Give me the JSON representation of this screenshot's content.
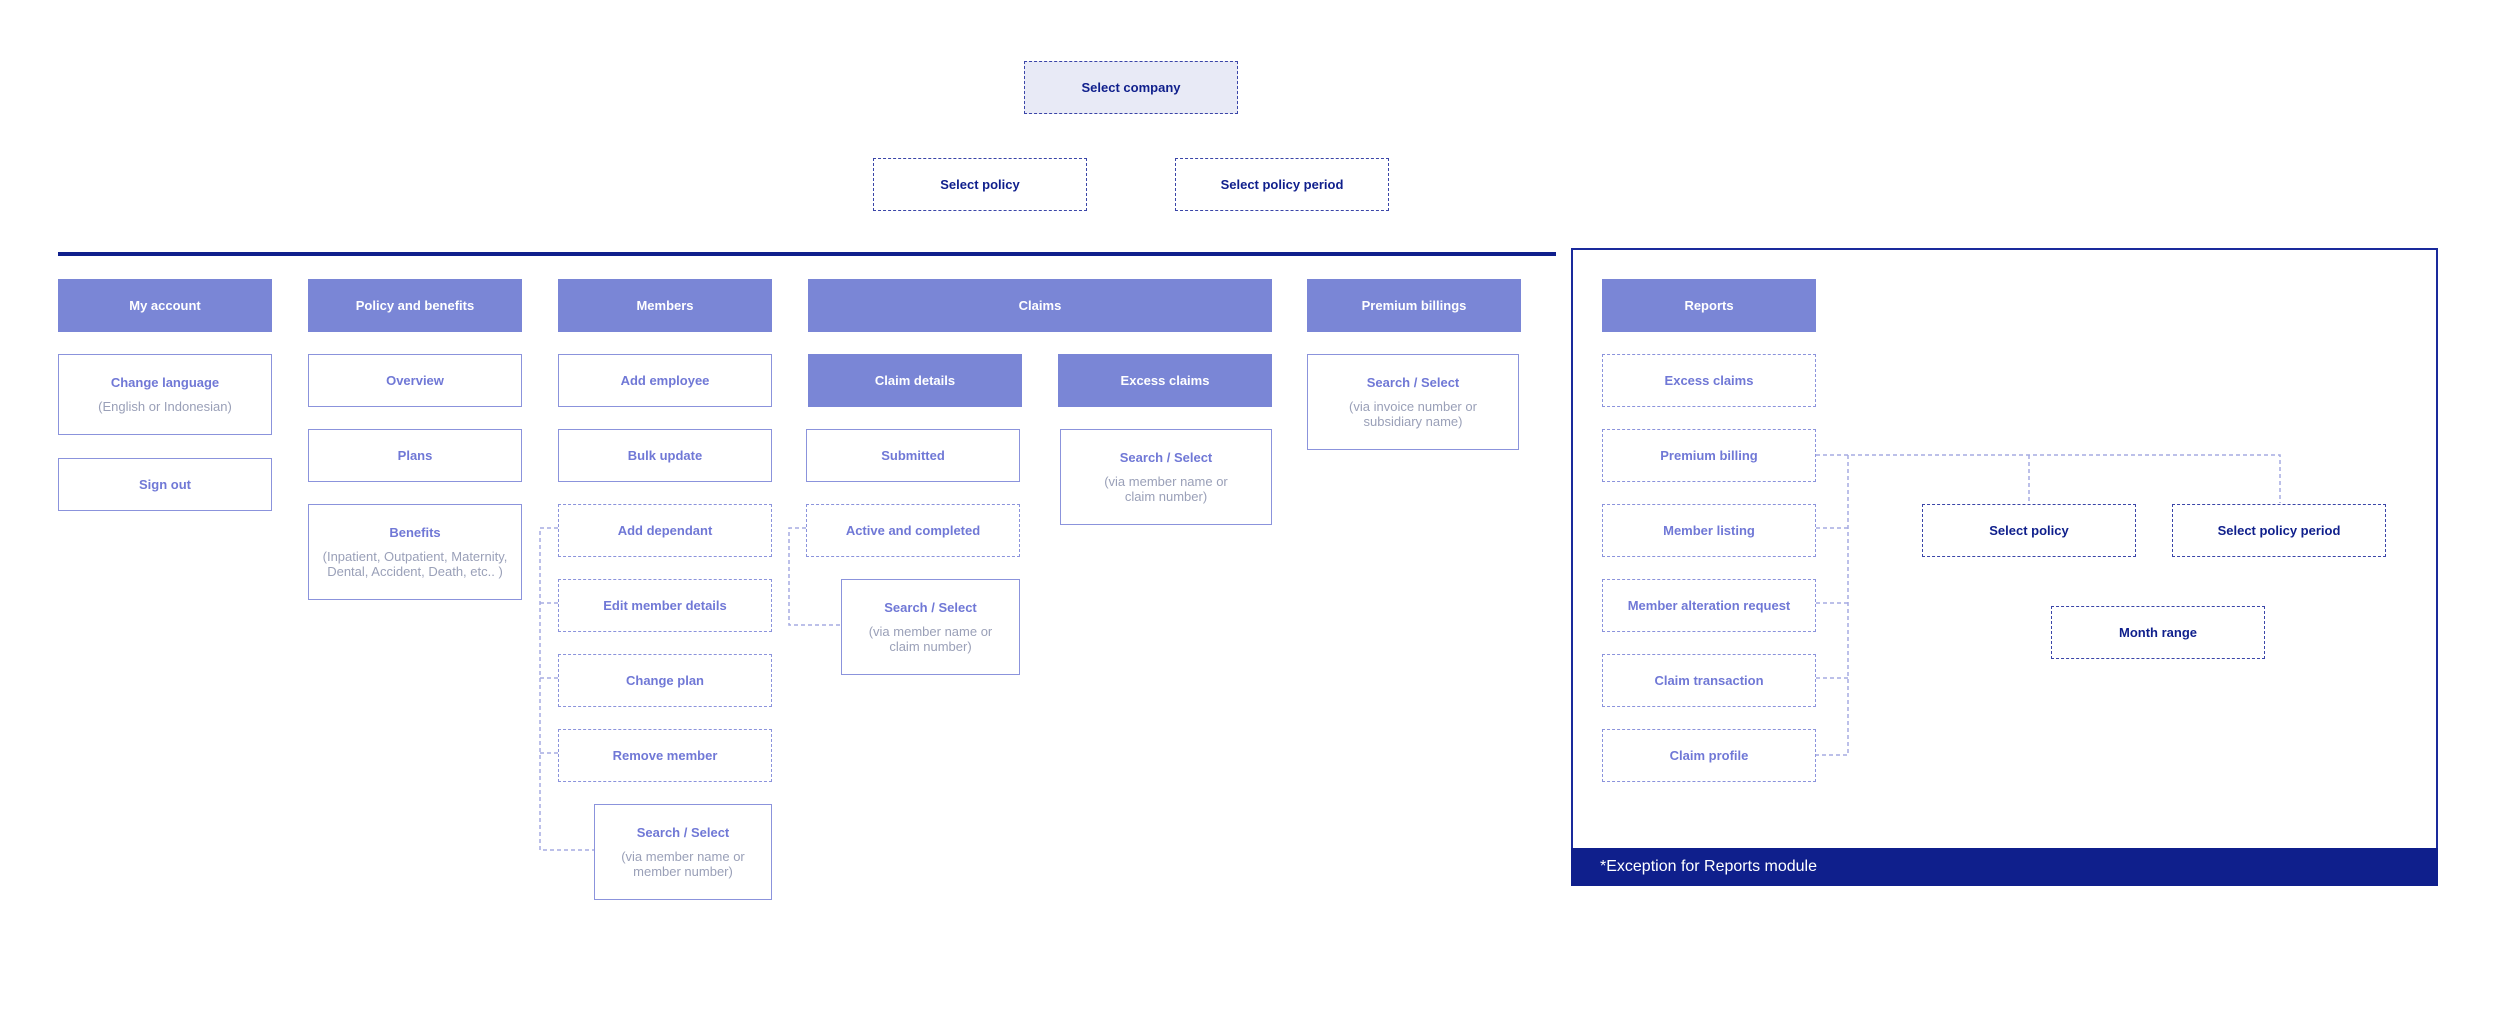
{
  "top": {
    "select_company": "Select company",
    "select_policy": "Select policy",
    "select_policy_period": "Select policy period"
  },
  "my_account": {
    "header": "My account",
    "change_language": "Change language",
    "change_language_sub": "(English or Indonesian)",
    "sign_out": "Sign out"
  },
  "policy": {
    "header": "Policy and benefits",
    "overview": "Overview",
    "plans": "Plans",
    "benefits": "Benefits",
    "benefits_sub": "(Inpatient, Outpatient, Maternity, Dental, Accident, Death, etc.. )"
  },
  "members": {
    "header": "Members",
    "add_employee": "Add employee",
    "bulk_update": "Bulk update",
    "add_dependant": "Add dependant",
    "edit_member_details": "Edit member details",
    "change_plan": "Change plan",
    "remove_member": "Remove member",
    "search": "Search / Select",
    "search_sub": "(via member name or member number)"
  },
  "claims": {
    "header": "Claims",
    "claim_details": "Claim details",
    "excess_claims": "Excess claims",
    "submitted": "Submitted",
    "active_completed": "Active and completed",
    "search": "Search / Select",
    "search_sub": "(via member name or claim number)",
    "excess_search": "Search / Select",
    "excess_search_sub": "(via member name or claim number)"
  },
  "premium": {
    "header": "Premium billings",
    "search": "Search / Select",
    "search_sub": "(via invoice number or subsidiary name)"
  },
  "reports": {
    "header": "Reports",
    "excess_claims": "Excess claims",
    "premium_billing": "Premium billing",
    "member_listing": "Member listing",
    "member_alteration": "Member alteration request",
    "claim_transaction": "Claim transaction",
    "claim_profile": "Claim profile",
    "select_policy": "Select policy",
    "select_policy_period": "Select policy period",
    "month_range": "Month range",
    "exception_note": "*Exception for Reports module"
  },
  "colors": {
    "header_fill": "#7a86d6",
    "navy": "#0f1f8c",
    "node_text": "#7078d6",
    "border": "#8b93dc"
  }
}
